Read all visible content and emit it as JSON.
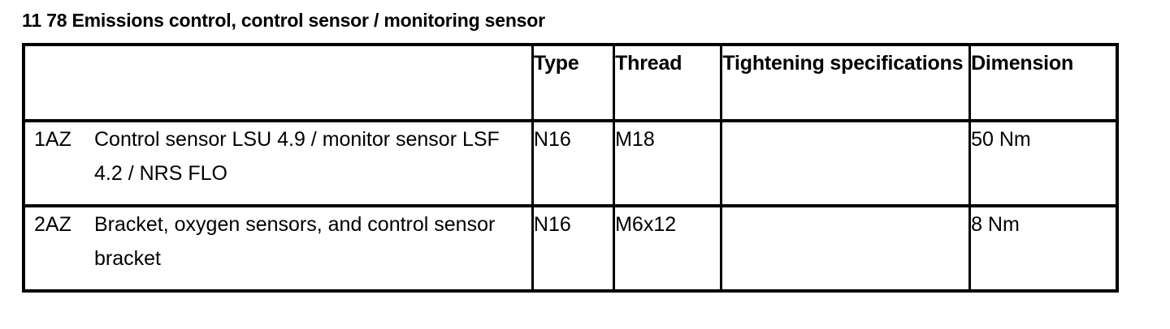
{
  "document": {
    "title": "11 78 Emissions control, control sensor / monitoring sensor"
  },
  "table": {
    "headers": {
      "index": "",
      "type": "Type",
      "thread": "Thread",
      "tightening": "Tightening specifications",
      "dimension": "Dimension"
    },
    "rows": [
      {
        "item_no": "1AZ",
        "description": "Control sensor LSU 4.9 / monitor sensor LSF 4.2 / NRS FLO",
        "type": "N16",
        "thread": "M18",
        "tightening": "",
        "dimension": "50 Nm"
      },
      {
        "item_no": "2AZ",
        "description": "Bracket, oxygen sensors, and control sensor bracket",
        "type": "N16",
        "thread": "M6x12",
        "tightening": "",
        "dimension": "8 Nm"
      }
    ]
  },
  "colors": {
    "text": "#000000",
    "background": "#ffffff",
    "border": "#000000"
  }
}
